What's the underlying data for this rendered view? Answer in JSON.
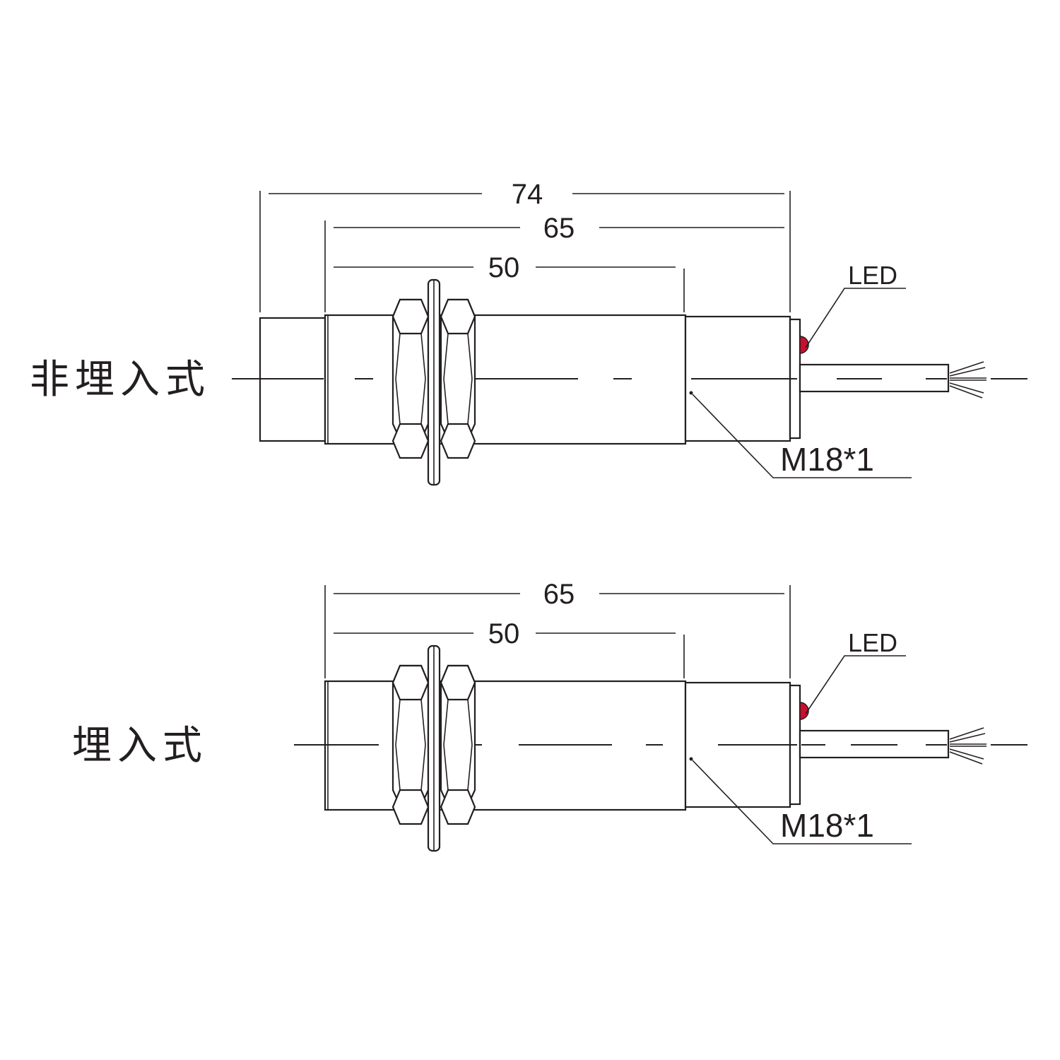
{
  "diagrams": [
    {
      "title": "非埋入式",
      "dimensions": [
        "74",
        "65",
        "50"
      ],
      "led_label": "LED",
      "thread_label": "M18*1"
    },
    {
      "title": "埋入式",
      "dimensions": [
        "65",
        "50"
      ],
      "led_label": "LED",
      "thread_label": "M18*1"
    }
  ],
  "colors": {
    "line": "#231f20",
    "led": "#c8102e"
  }
}
